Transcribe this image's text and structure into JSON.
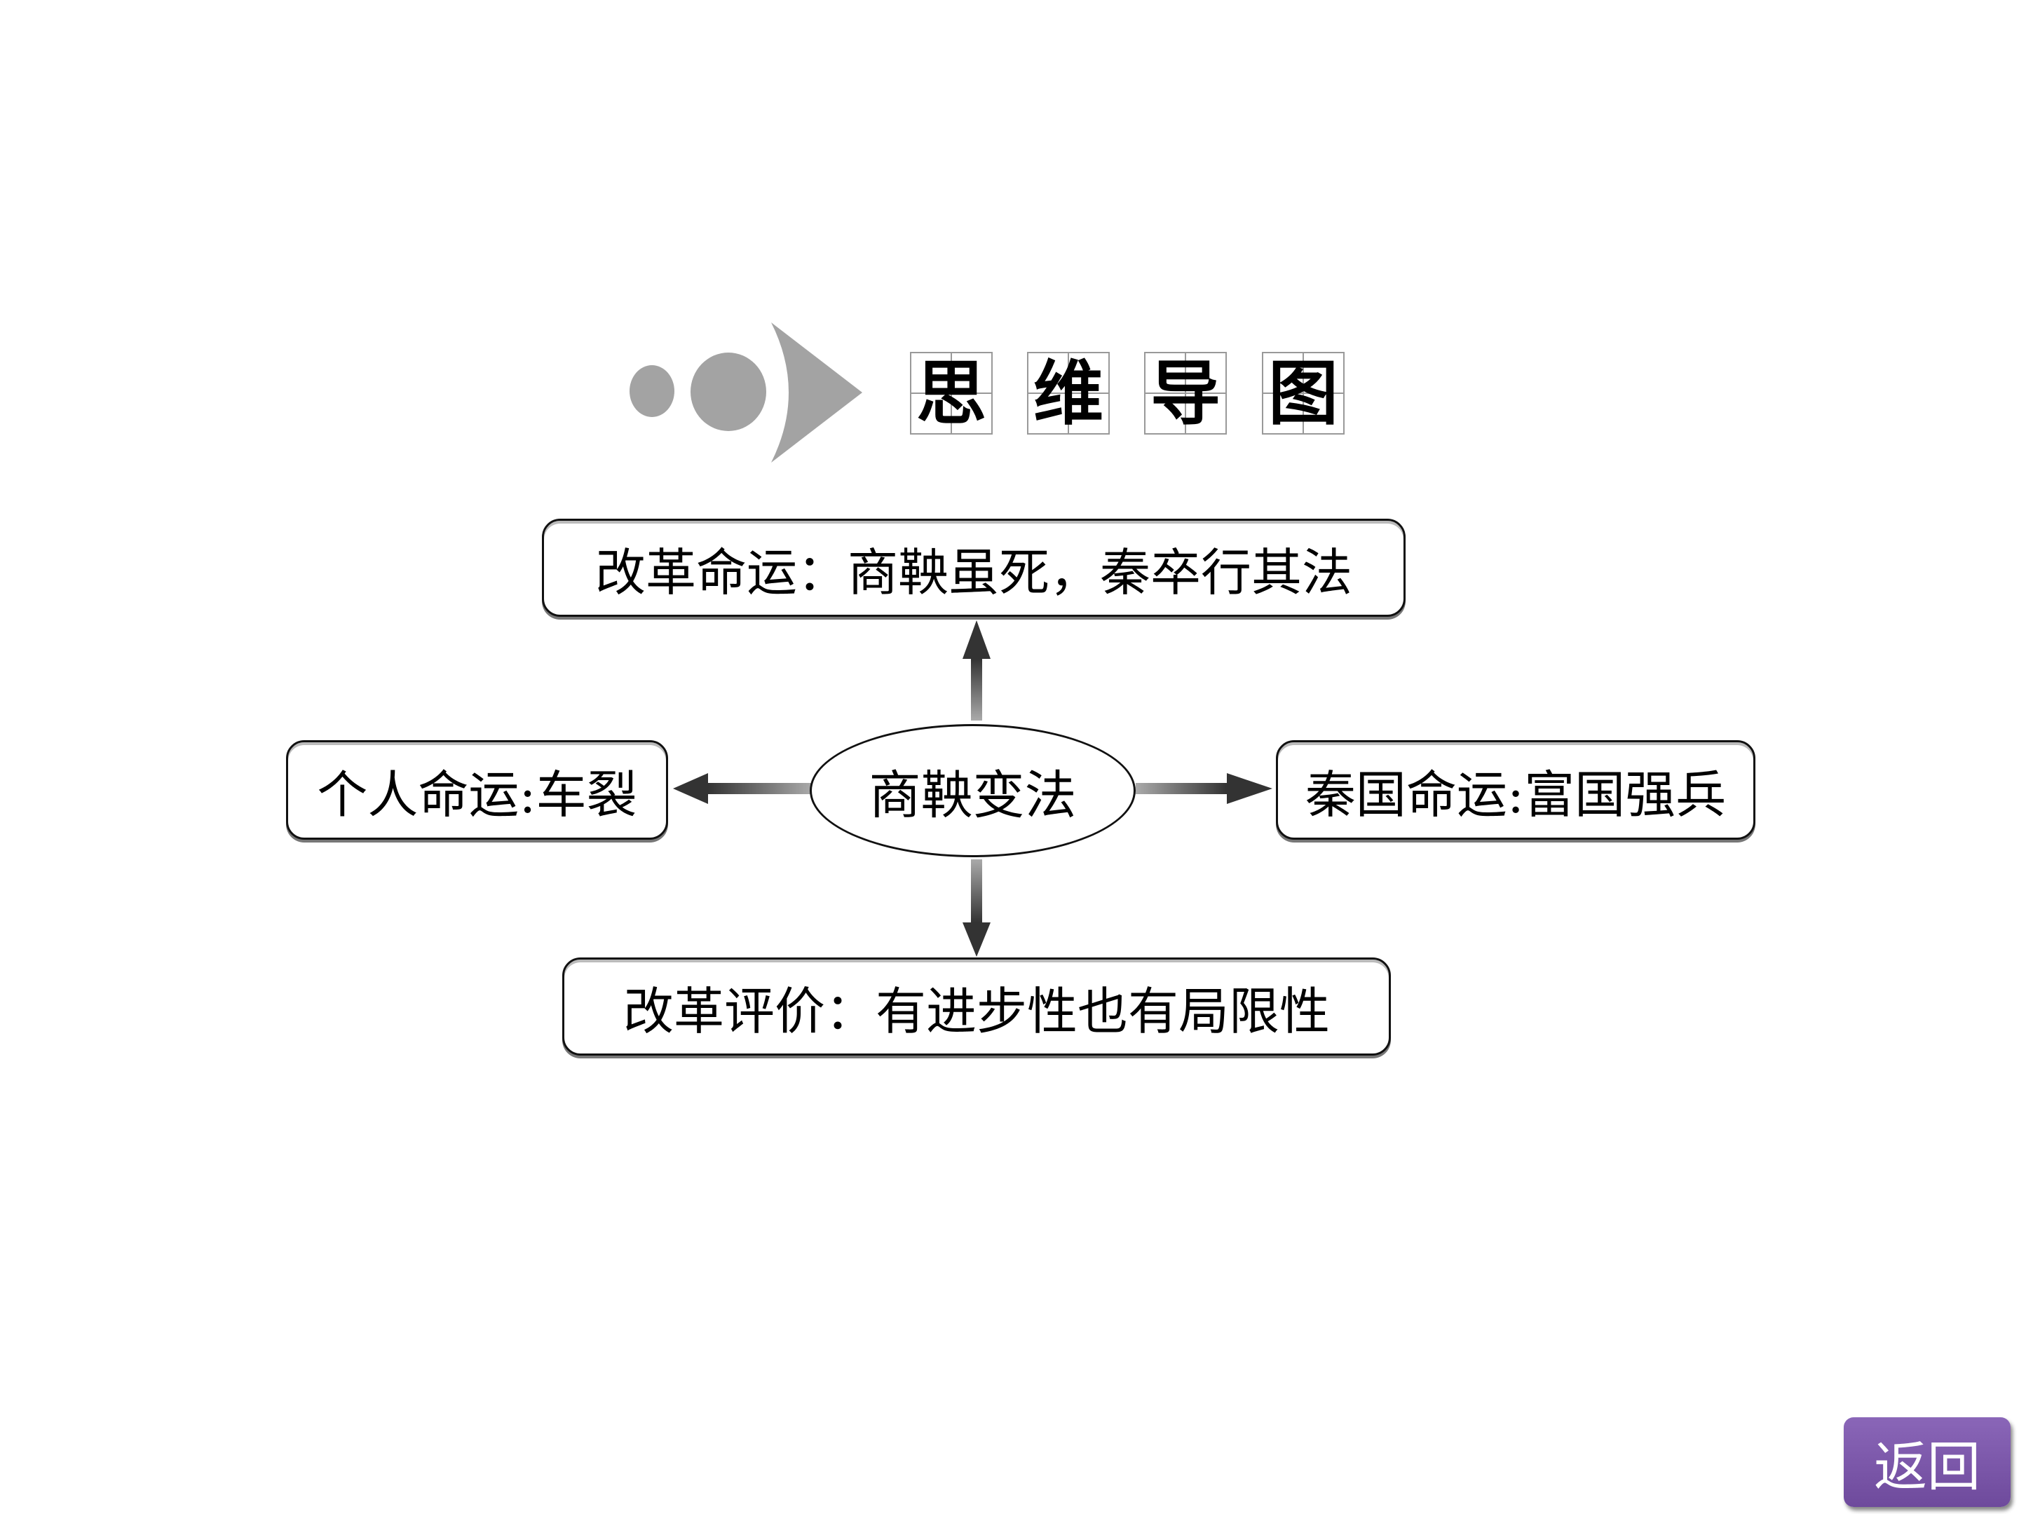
{
  "header": {
    "title_chars": [
      "思",
      "维",
      "导",
      "图"
    ],
    "decor_color": "#a3a3a3"
  },
  "diagram": {
    "center": "商鞅变法",
    "top": "改革命运：商鞅虽死，秦卒行其法",
    "left": "个人命运:车裂",
    "right": "秦国命运:富国强兵",
    "bottom": "改革评价：有进步性也有局限性"
  },
  "nav": {
    "back_label": "返回",
    "back_color": "#7a55a8"
  }
}
